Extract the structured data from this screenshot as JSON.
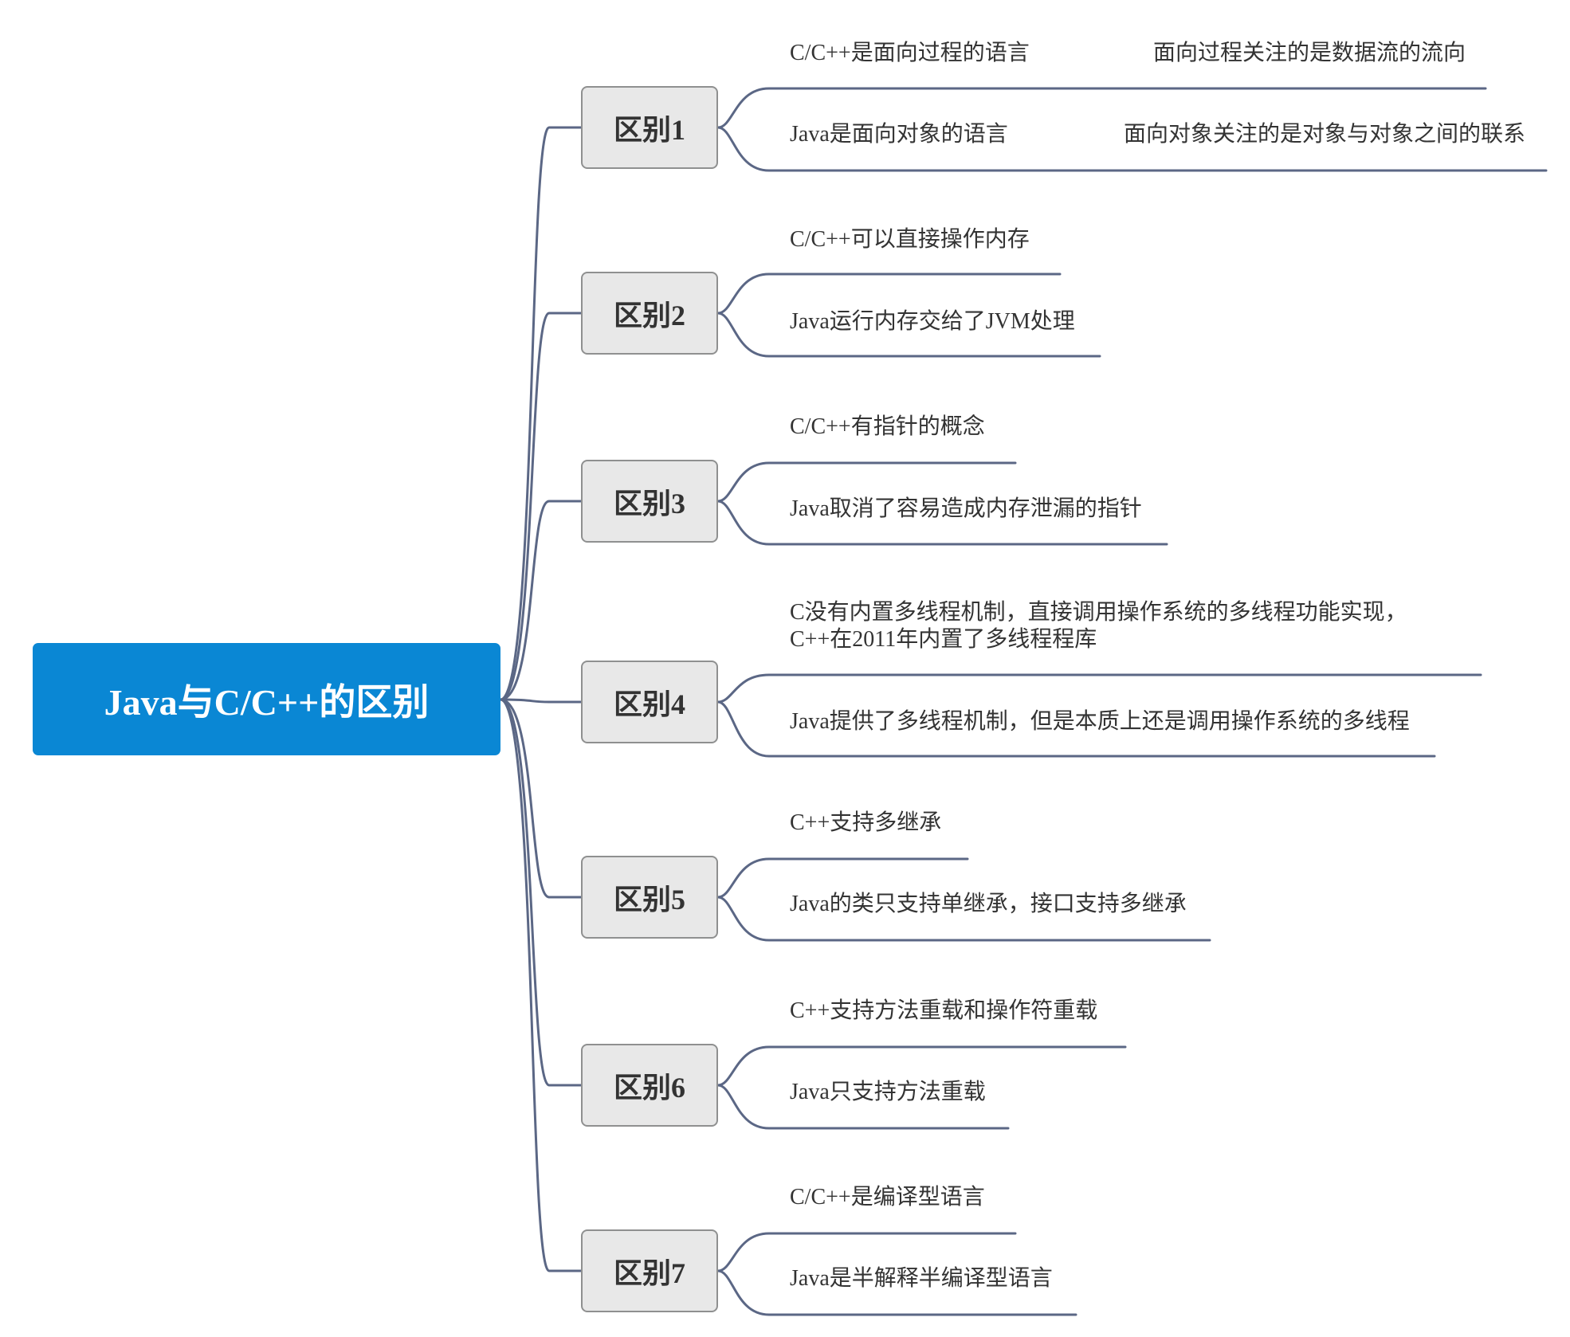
{
  "root": {
    "title": "Java与C/C++的区别"
  },
  "colors": {
    "root_fill": "#0a87d4",
    "node_fill": "#e8e8e8",
    "line": "#5b6785",
    "text": "#333333"
  },
  "branches": [
    {
      "label": "区别1",
      "leaves": [
        {
          "text": "C/C++是面向过程的语言",
          "note": "面向过程关注的是数据流的流向"
        },
        {
          "text": "Java是面向对象的语言",
          "note": "面向对象关注的是对象与对象之间的联系"
        }
      ]
    },
    {
      "label": "区别2",
      "leaves": [
        {
          "text": "C/C++可以直接操作内存"
        },
        {
          "text": "Java运行内存交给了JVM处理"
        }
      ]
    },
    {
      "label": "区别3",
      "leaves": [
        {
          "text": "C/C++有指针的概念"
        },
        {
          "text": "Java取消了容易造成内存泄漏的指针"
        }
      ]
    },
    {
      "label": "区别4",
      "leaves": [
        {
          "text": "C没有内置多线程机制，直接调用操作系统的多线程功能实现，",
          "text2": "C++在2011年内置了多线程程库"
        },
        {
          "text": "Java提供了多线程机制，但是本质上还是调用操作系统的多线程"
        }
      ]
    },
    {
      "label": "区别5",
      "leaves": [
        {
          "text": "C++支持多继承"
        },
        {
          "text": "Java的类只支持单继承，接口支持多继承"
        }
      ]
    },
    {
      "label": "区别6",
      "leaves": [
        {
          "text": "C++支持方法重载和操作符重载"
        },
        {
          "text": "Java只支持方法重载"
        }
      ]
    },
    {
      "label": "区别7",
      "leaves": [
        {
          "text": "C/C++是编译型语言"
        },
        {
          "text": "Java是半解释半编译型语言"
        }
      ]
    }
  ]
}
